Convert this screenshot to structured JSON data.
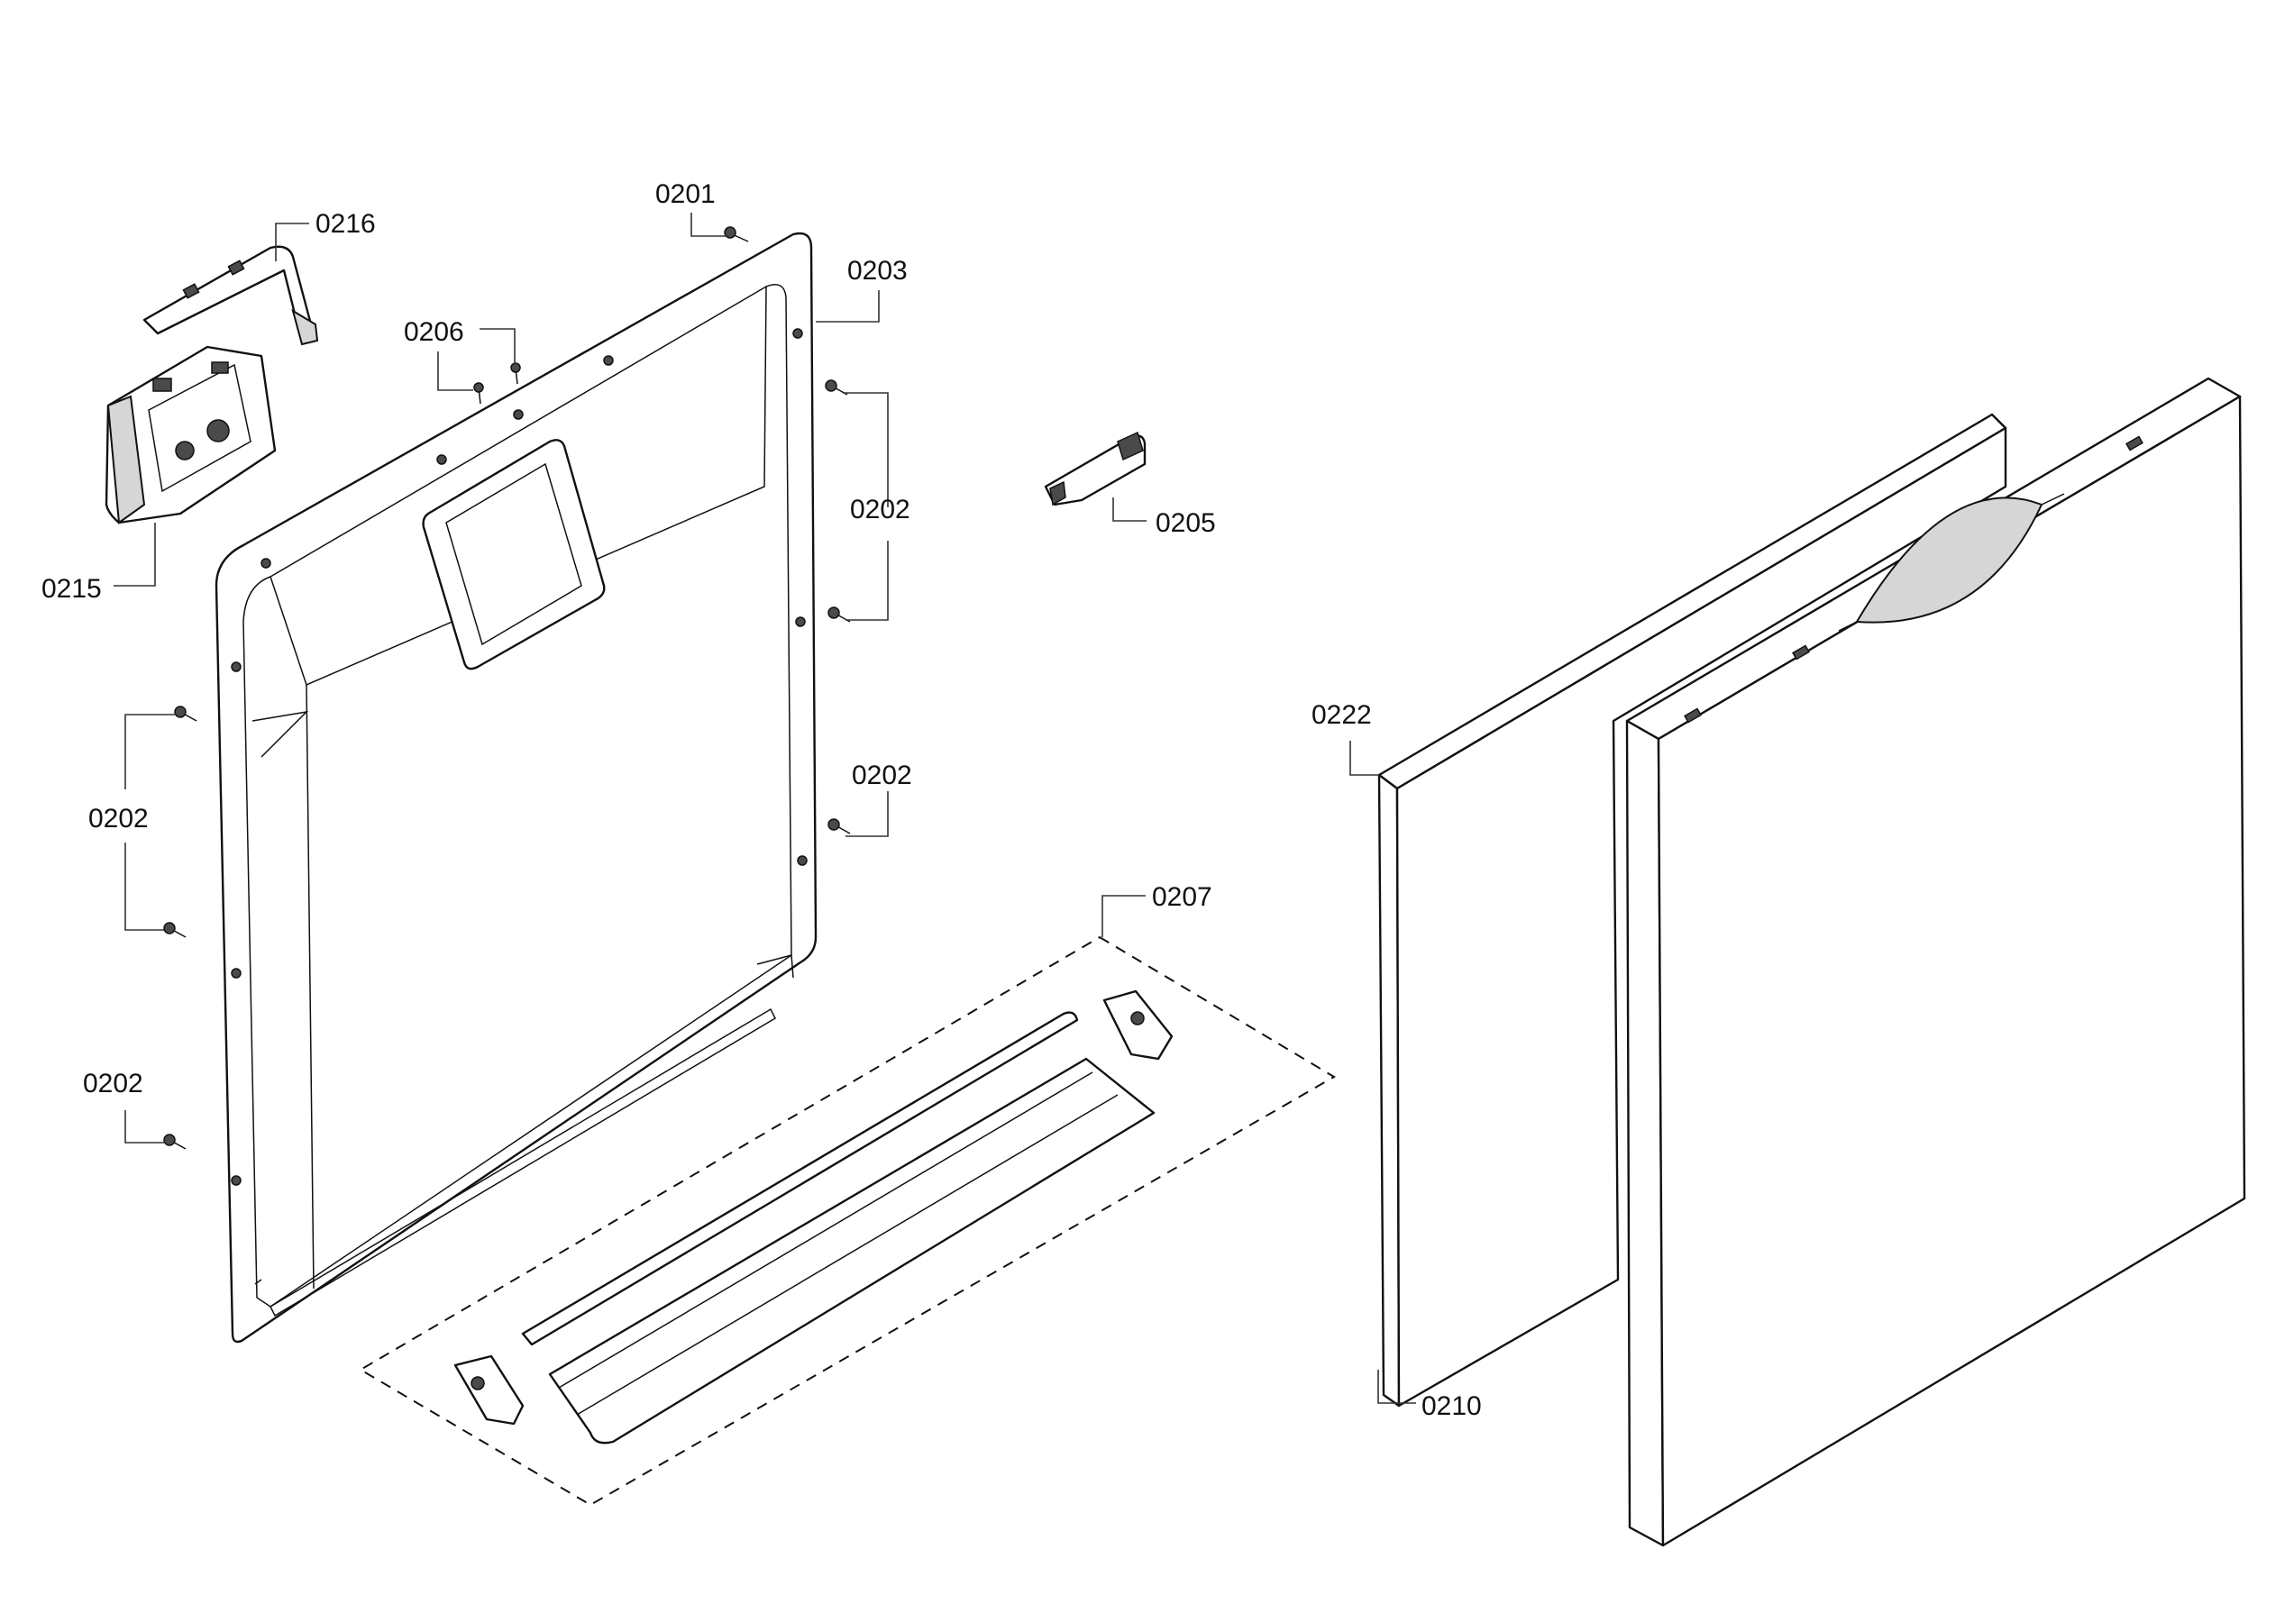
{
  "diagram": {
    "callouts": {
      "c0201": "0201",
      "c0216": "0216",
      "c0203": "0203",
      "c0206": "0206",
      "c0202_right_top": "0202",
      "c0205": "0205",
      "c0215": "0215",
      "c0202_left_top": "0202",
      "c0202_right_mid": "0202",
      "c0207": "0207",
      "c0202_left_bottom": "0202",
      "c0222": "0222",
      "c0210": "0210"
    }
  }
}
